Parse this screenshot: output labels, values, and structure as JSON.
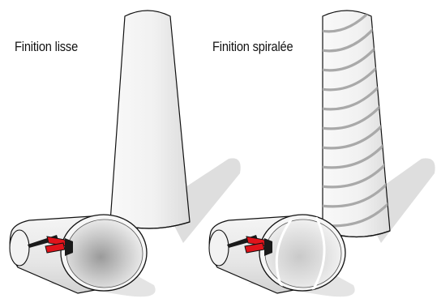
{
  "panels": [
    {
      "caption": "Finition lisse",
      "finish": "smooth"
    },
    {
      "caption": "Finition spiralée",
      "finish": "spiral"
    }
  ],
  "colors": {
    "tube_light": "#f7f7f7",
    "tube_mid": "#e3e3e3",
    "tube_dark": "#c8c8c8",
    "shadow": "#dedede",
    "spiral_seam": "#a9a9a9",
    "outline": "#111111",
    "inner_gloss": "#ffffff",
    "clip_red": "#e0141b",
    "clip_dark": "#1a1a1a"
  }
}
